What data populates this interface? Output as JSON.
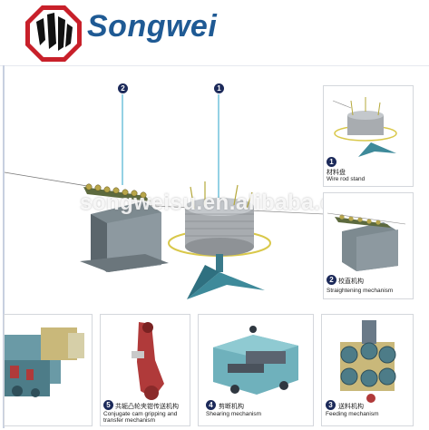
{
  "brand": {
    "name": "Songwei"
  },
  "watermark": "songweisu.en.alibaba.com",
  "callouts": {
    "main_left": "2",
    "main_right": "1"
  },
  "panels": {
    "wire_rod": {
      "num": "1",
      "cn": "材料盘",
      "en": "Wire rod stand"
    },
    "straightening": {
      "num": "2",
      "cn": "校直机构",
      "en": "Straightening mechanism"
    },
    "conjugate": {
      "num": "5",
      "cn": "共轭凸轮夹钳传送机构",
      "en": "Conjugate cam gripping and transfer mechanism"
    },
    "shearing": {
      "num": "4",
      "cn": "剪断机构",
      "en": "Shearing mechanism"
    },
    "feeding": {
      "num": "3",
      "cn": "送料机构",
      "en": "Feeding mechanism"
    }
  },
  "colors": {
    "brand_blue": "#1f5a94",
    "logo_red": "#c8202a",
    "machine_teal": "#4a8a9a",
    "machine_red": "#b03a3a",
    "badge_navy": "#1c2a5a"
  }
}
